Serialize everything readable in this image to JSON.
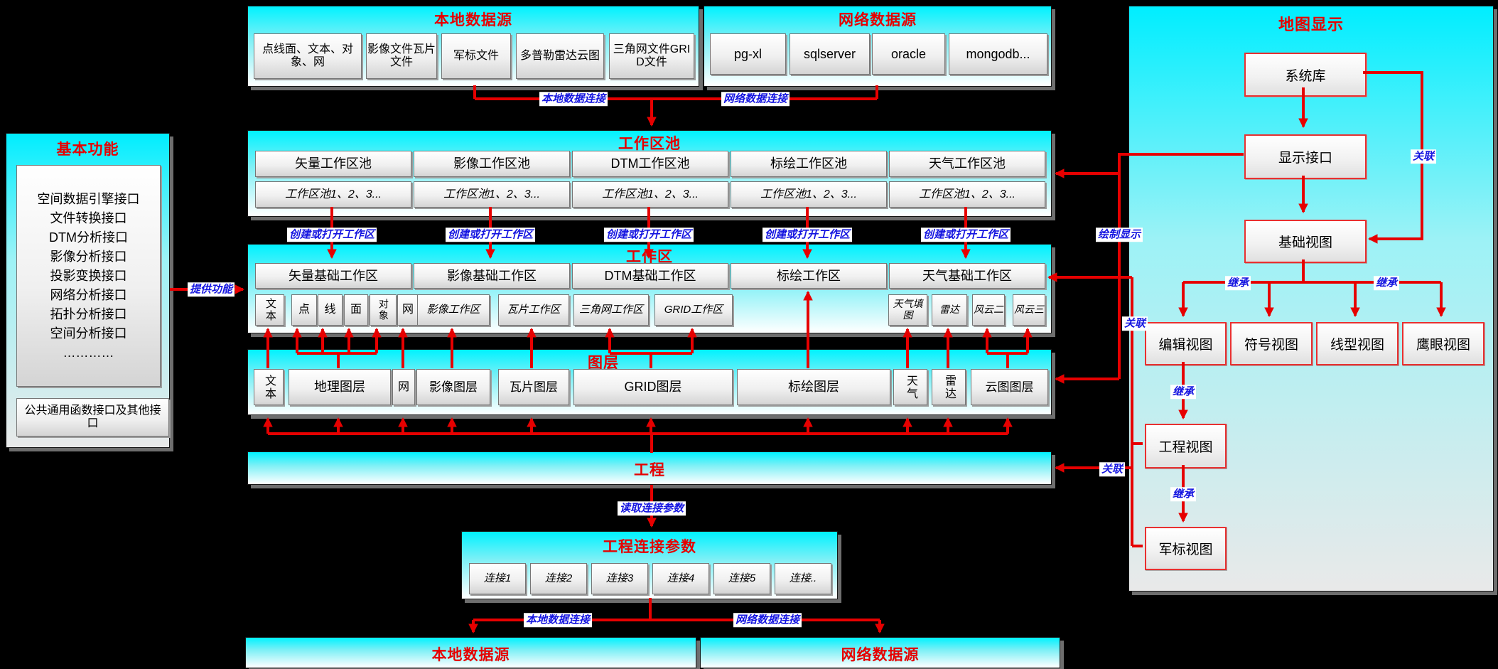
{
  "sources_top": {
    "local": {
      "title": "本地数据源",
      "items": [
        "点线面、文本、对象、网",
        "影像文件瓦片文件",
        "军标文件",
        "多普勒雷达云图",
        "三角网文件GRID文件"
      ]
    },
    "network": {
      "title": "网络数据源",
      "items": [
        "pg-xl",
        "sqlserver",
        "oracle",
        "mongodb..."
      ]
    }
  },
  "basic_functions": {
    "title": "基本功能",
    "interfaces": [
      "空间数据引擎接口",
      "文件转换接口",
      "DTM分析接口",
      "影像分析接口",
      "投影变换接口",
      "网络分析接口",
      "拓扑分析接口",
      "空间分析接口",
      "…………"
    ],
    "common_box": "公共通用函数接口及其他接口"
  },
  "pool": {
    "title": "工作区池",
    "pools": [
      "矢量工作区池",
      "影像工作区池",
      "DTM工作区池",
      "标绘工作区池",
      "天气工作区池"
    ],
    "instances": [
      "工作区池1、2、3...",
      "工作区池1、2、3...",
      "工作区池1、2、3...",
      "工作区池1、2、3...",
      "工作区池1、2、3..."
    ]
  },
  "workspace": {
    "title": "工作区",
    "main": [
      "矢量基础工作区",
      "影像基础工作区",
      "DTM基础工作区",
      "标绘工作区",
      "天气基础工作区"
    ],
    "sub": [
      "文本",
      "点",
      "线",
      "面",
      "对象",
      "网",
      "影像工作区",
      "瓦片工作区",
      "三角网工作区",
      "GRID工作区",
      "天气填图",
      "雷达",
      "风云二",
      "风云三"
    ]
  },
  "layers": {
    "title": "图层",
    "items": [
      "文本",
      "地理图层",
      "网",
      "影像图层",
      "瓦片图层",
      "GRID图层",
      "标绘图层",
      "天气",
      "雷达",
      "云图图层"
    ]
  },
  "project": {
    "title": "工程"
  },
  "conn_params": {
    "title": "工程连接参数",
    "items": [
      "连接1",
      "连接2",
      "连接3",
      "连接4",
      "连接5",
      "连接.."
    ]
  },
  "sources_bottom": {
    "local": "本地数据源",
    "network": "网络数据源"
  },
  "labels": {
    "local_link": "本地数据连接",
    "network_link": "网络数据连接",
    "open_ws": "创建或打开工作区",
    "provide": "提供功能",
    "read_params": "读取连接参数",
    "draw": "绘制显示",
    "assoc": "关联",
    "inherit": "继承"
  },
  "map_display": {
    "title": "地图显示",
    "nodes": {
      "system_lib": "系统库",
      "display_if": "显示接口",
      "base_view": "基础视图",
      "edit_view": "编辑视图",
      "symbol_view": "符号视图",
      "line_view": "线型视图",
      "eagle_view": "鹰眼视图",
      "project_view": "工程视图",
      "military_view": "军标视图"
    }
  },
  "colors": {
    "red": "#e60000",
    "blue": "#1414e0",
    "cyan": "#00f2ff"
  }
}
